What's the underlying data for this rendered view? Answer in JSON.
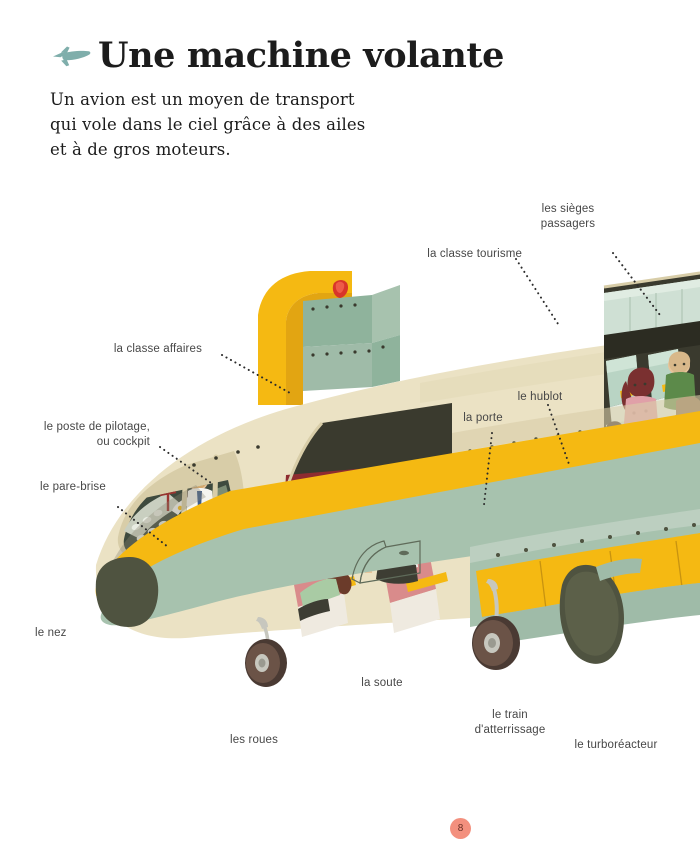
{
  "page": {
    "title": "Une machine volante",
    "title_icon": "airplane-icon",
    "intro": "Un avion est un moyen de transport\nqui vole dans le ciel grâce à des ailes\net à de gros moteurs.",
    "page_number": "8",
    "background": "#FFFFFF",
    "text_color": "#1C1C1C",
    "label_color": "#474747",
    "page_number_bg": "#F3907E"
  },
  "illustration": {
    "name": "cutaway-airliner-illustration",
    "subject": "airliner cutaway",
    "colors": {
      "fuselage_top": "#EBE2C4",
      "fuselage_stripe": "#F5B912",
      "fuselage_bottom": "#A7C2AE",
      "nose_cap": "#4F5340",
      "cabin_interior_dark": "#3A3A2E",
      "business_seat": "#D98B8B",
      "business_floor": "#8E2C30",
      "economy_seat": "#B9D4C4",
      "overhead_bin": "#C98080",
      "engine": "#4F5340",
      "wheel_tyre": "#4A3A33",
      "accent_red": "#D8352A",
      "title_icon": "#7FAEAB"
    }
  },
  "labels": [
    {
      "id": "sieges-passagers",
      "text": "les sièges\npassagers",
      "align": "center"
    },
    {
      "id": "classe-tourisme",
      "text": "la classe tourisme",
      "align": "right"
    },
    {
      "id": "classe-affaires",
      "text": "la classe affaires",
      "align": "right"
    },
    {
      "id": "hublot",
      "text": "le hublot",
      "align": "center"
    },
    {
      "id": "porte",
      "text": "la porte",
      "align": "center"
    },
    {
      "id": "poste-pilotage",
      "text": "le poste de pilotage,\nou cockpit",
      "align": "right"
    },
    {
      "id": "pare-brise",
      "text": "le pare-brise",
      "align": "left"
    },
    {
      "id": "nez",
      "text": "le nez",
      "align": "left"
    },
    {
      "id": "soute",
      "text": "la soute",
      "align": "center"
    },
    {
      "id": "roues",
      "text": "les roues",
      "align": "center"
    },
    {
      "id": "train-atterrissage",
      "text": "le train\nd'atterrissage",
      "align": "center"
    },
    {
      "id": "turboreacteur",
      "text": "le turboréacteur",
      "align": "center"
    }
  ]
}
